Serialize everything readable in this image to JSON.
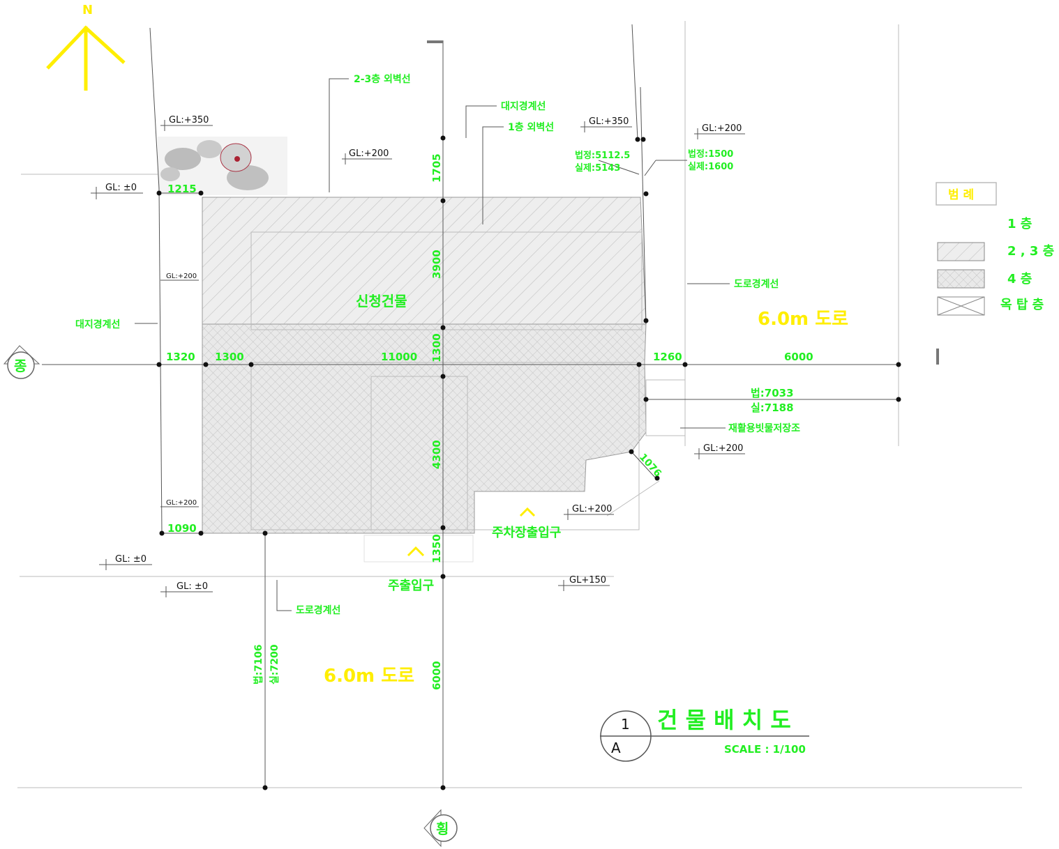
{
  "north": "N",
  "colors": {
    "green": "#22ee22",
    "yellow": "#ffee00",
    "line": "#555555",
    "hatch": "#c8c8c8"
  },
  "labels": {
    "outline_23": "2-3층 외벽선",
    "site_boundary_top": "대지경계선",
    "outline_1": "1층 외벽선",
    "site_boundary_left": "대지경계선",
    "road_boundary_right": "도로경계선",
    "road_boundary_bottom": "도로경계선",
    "building": "신청건물",
    "road_right": "6.0m 도로",
    "road_bottom": "6.0m 도로",
    "rainwater": "재활용빗물저장조",
    "parking_entry": "주차장출입구",
    "main_entry": "주출입구"
  },
  "elevations": {
    "gl_350_left": "GL:+350",
    "gl_0_top": "GL: ±0",
    "gl_200_top": "GL:+200",
    "gl_350_mid": "GL:+350",
    "gl_200_right": "GL:+200",
    "gl_200_side": "GL:+200",
    "gl_200_side_low": "GL:+200",
    "gl_200_corner": "GL:+200",
    "gl_200_parking": "GL:+200",
    "gl_0_bottom": "GL: ±0",
    "gl_0_road": "GL: ±0",
    "gl_150": "GL+150"
  },
  "dimensions": {
    "d1215": "1215",
    "d1705": "1705",
    "d3900": "3900",
    "d1300v": "1300",
    "d4300": "4300",
    "d1350": "1350",
    "d6000v": "6000",
    "d1320": "1320",
    "d1300h": "1300",
    "d11000": "11000",
    "d1260": "1260",
    "d6000h": "6000",
    "d1090": "1090",
    "d1076": "1076",
    "corner_left_1": "법정:5112.5",
    "corner_left_2": "실제:5143",
    "corner_right_1": "법정:1500",
    "corner_right_2": "실제:1600",
    "right_law": "법:7033",
    "right_actual": "실:7188",
    "bottom_law": "법:7106",
    "bottom_actual": "실:7200"
  },
  "legend": {
    "title": "범 례",
    "items": [
      "1 층",
      "2 , 3 층",
      "4 층",
      "옥 탑 층"
    ]
  },
  "axes": {
    "vertical": "종",
    "horizontal": "횡"
  },
  "title_block": {
    "number": "1",
    "sheet": "A",
    "title": "건 물 배 치 도",
    "scale": "SCALE : 1/100"
  }
}
